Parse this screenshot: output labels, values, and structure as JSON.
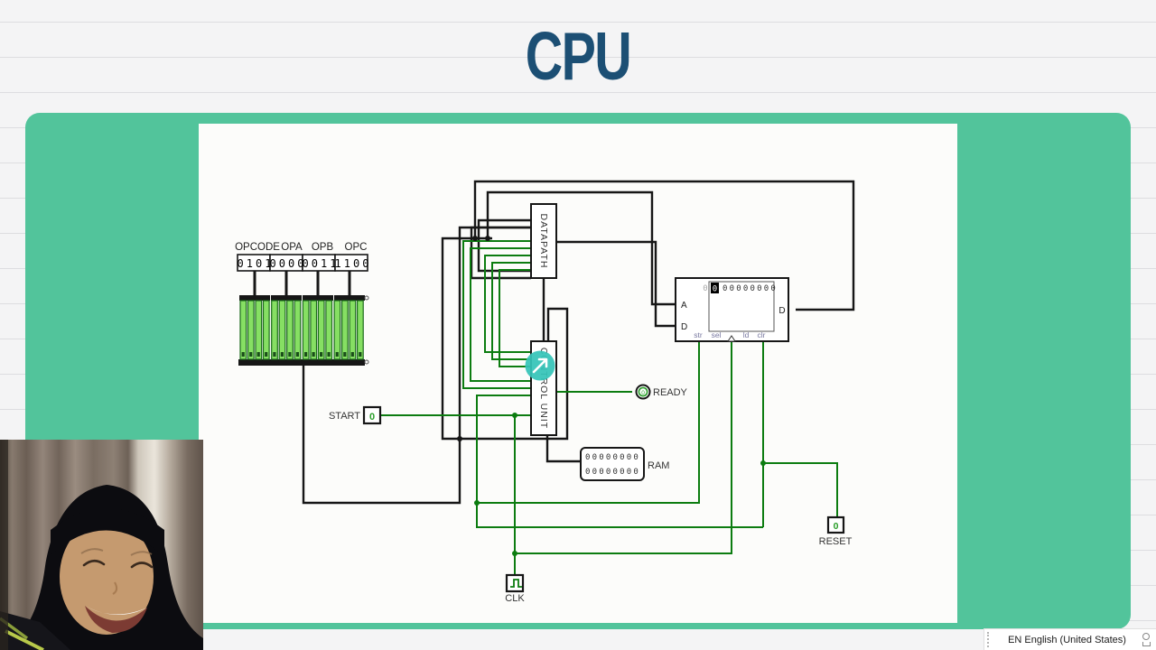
{
  "page": {
    "title": "CPU"
  },
  "circuit": {
    "instruction_fields": [
      {
        "label": "OPCODE",
        "value": "0101"
      },
      {
        "label": "OPA",
        "value": "0000"
      },
      {
        "label": "OPB",
        "value": "0011"
      },
      {
        "label": "OPC",
        "value": "1100"
      }
    ],
    "switch_bank": {
      "groups": 4,
      "switches_per_group": 4
    },
    "datapath": {
      "label": "DATAPATH"
    },
    "control_unit": {
      "label": "CONTROL UNIT"
    },
    "register": {
      "addr_digit": "0",
      "cursor_digit": "0",
      "data_digits": "00000000",
      "port_a": "A",
      "port_d_left": "D",
      "port_d_right": "D",
      "ctrl_ports": [
        "str",
        "sel",
        "ld",
        "clr"
      ]
    },
    "ram": {
      "label": "RAM",
      "row1": "00000000",
      "row2": "00000000"
    },
    "pins": {
      "start": {
        "label": "START",
        "value": "0"
      },
      "ready": {
        "label": "READY",
        "value": "0"
      },
      "reset": {
        "label": "RESET",
        "value": "0"
      },
      "clk": {
        "label": "CLK"
      }
    },
    "colors": {
      "wire_active_low": "#0c7c10",
      "wire_bus": "#161616",
      "switch_fill": "#86df63",
      "accent": "#52c49b",
      "title": "#1c4f74",
      "cursor_highlight": "#35c4b8"
    }
  },
  "taskbar": {
    "language": "EN English (United States)"
  }
}
